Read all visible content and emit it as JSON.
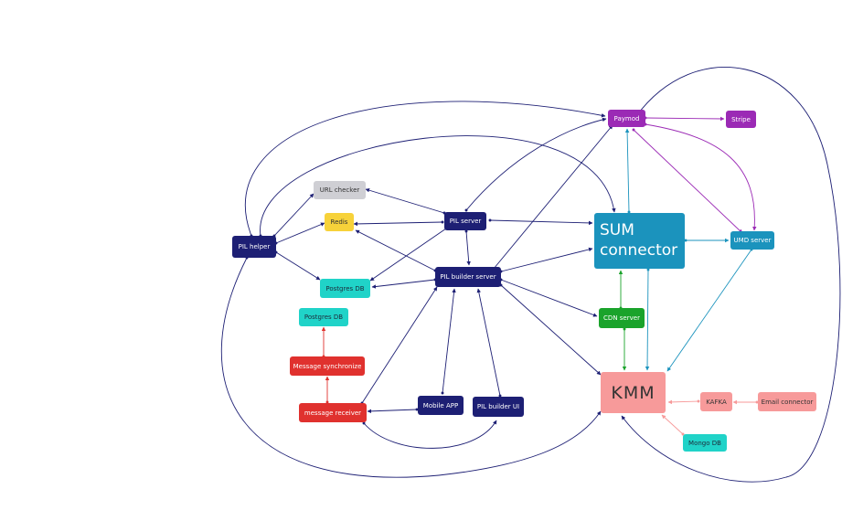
{
  "nodes": {
    "pil_helper": "PIL helper",
    "url_checker": "URL checker",
    "redis": "Redis",
    "postgres_db_1": "Postgres DB",
    "postgres_db_2": "Postgres DB",
    "message_synchronize": "Message synchronize",
    "message_receiver": "message receiver",
    "mobile_app": "Mobile APP",
    "pil_builder_ui": "PIL builder UI",
    "pil_server": "PIL server",
    "pil_builder_server": "PIL builder server",
    "paymod": "Paymod",
    "stripe": "Stripe",
    "sum_connector": "SUM connector",
    "umd_server": "UMD server",
    "cdn_server": "CDN server",
    "kmm": "KMM",
    "kafka": "KAFKA",
    "email_connector": "Email connector",
    "mongo_db": "Mongo DB"
  },
  "colors": {
    "navy": "#1d1f74",
    "purple": "#9b2ab5",
    "teal_line": "#1b93bd",
    "green": "#1aa32b",
    "red": "#e0312e",
    "salmon": "#f79a9a"
  }
}
